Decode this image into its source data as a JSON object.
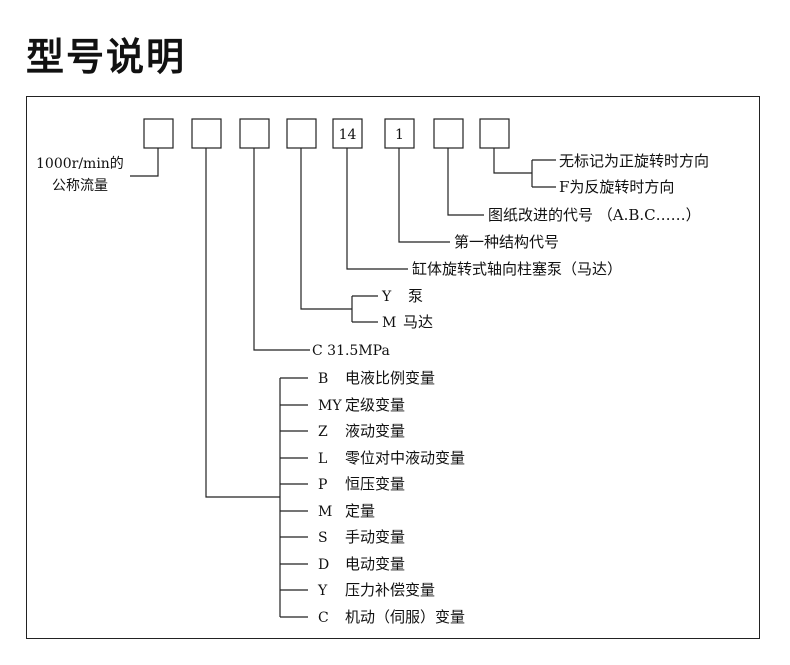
{
  "title": "型号说明",
  "boxes": [
    "",
    "",
    "",
    "",
    "14",
    "1",
    "",
    ""
  ],
  "flow_label": [
    "1000r/min的",
    "公称流量"
  ],
  "rotation": [
    "无标记为正旋转时方向",
    "F为反旋转时方向"
  ],
  "drawing_improvement": "图纸改进的代号 （A.B.C……）",
  "series": "第一种结构代号",
  "pump_type": "缸体旋转式轴向柱塞泵（马达）",
  "function": [
    {
      "code": "Y",
      "desc": "泵"
    },
    {
      "code": "M",
      "desc": "马达"
    }
  ],
  "pressure": "C 31.5MPa",
  "variable_types": [
    {
      "code": "B",
      "desc": "电液比例变量"
    },
    {
      "code": "MY",
      "desc": "定级变量"
    },
    {
      "code": "Z",
      "desc": "液动变量"
    },
    {
      "code": "L",
      "desc": "零位对中液动变量"
    },
    {
      "code": "P",
      "desc": "恒压变量"
    },
    {
      "code": "M",
      "desc": "定量"
    },
    {
      "code": "S",
      "desc": "手动变量"
    },
    {
      "code": "D",
      "desc": "电动变量"
    },
    {
      "code": "Y",
      "desc": "压力补偿变量"
    },
    {
      "code": "C",
      "desc": "机动（伺服）变量"
    }
  ]
}
